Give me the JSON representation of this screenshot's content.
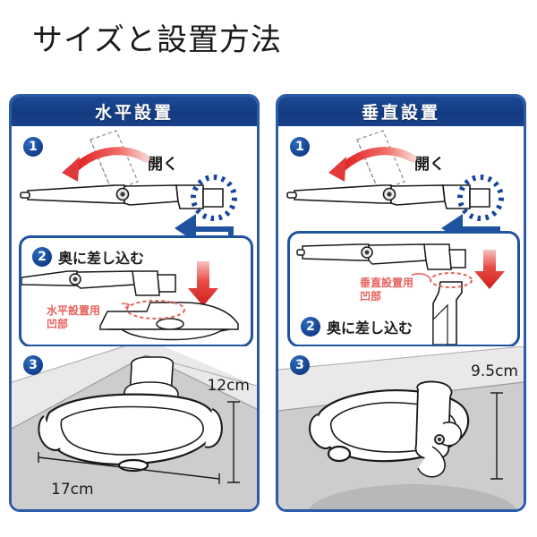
{
  "title": "サイズと設置方法",
  "panels": [
    {
      "id": "horizontal",
      "header": "水平設置",
      "steps": {
        "one": {
          "number": "1",
          "action": "開く"
        },
        "two": {
          "number": "2",
          "action": "奥に差し込む",
          "note_line1": "水平設置用",
          "note_line2": "凹部"
        },
        "three": {
          "number": "3",
          "dim_height": "12cm",
          "dim_width": "17cm"
        }
      }
    },
    {
      "id": "vertical",
      "header": "垂直設置",
      "steps": {
        "one": {
          "number": "1",
          "action": "開く"
        },
        "two": {
          "number": "2",
          "action": "奥に差し込む",
          "note_line1": "垂直設置用",
          "note_line2": "凹部"
        },
        "three": {
          "number": "3",
          "dim_height": "9.5cm"
        }
      }
    }
  ],
  "colors": {
    "panel_border": "#2a5ca8",
    "header_bg": "#133b80",
    "badge": "#123e8c",
    "red_arrow": "#e03a3a",
    "red_note": "#e8625c",
    "floor_gray": "#c9c9c9",
    "wall_gray": "#e6e6e6"
  },
  "icons": {
    "open_arrow": "curved-red-arrow-icon",
    "insert_arrow": "down-red-arrow-icon",
    "highlight_circle": "blue-dashed-circle-icon",
    "callout_pointer": "blue-pointer-tail-icon"
  }
}
